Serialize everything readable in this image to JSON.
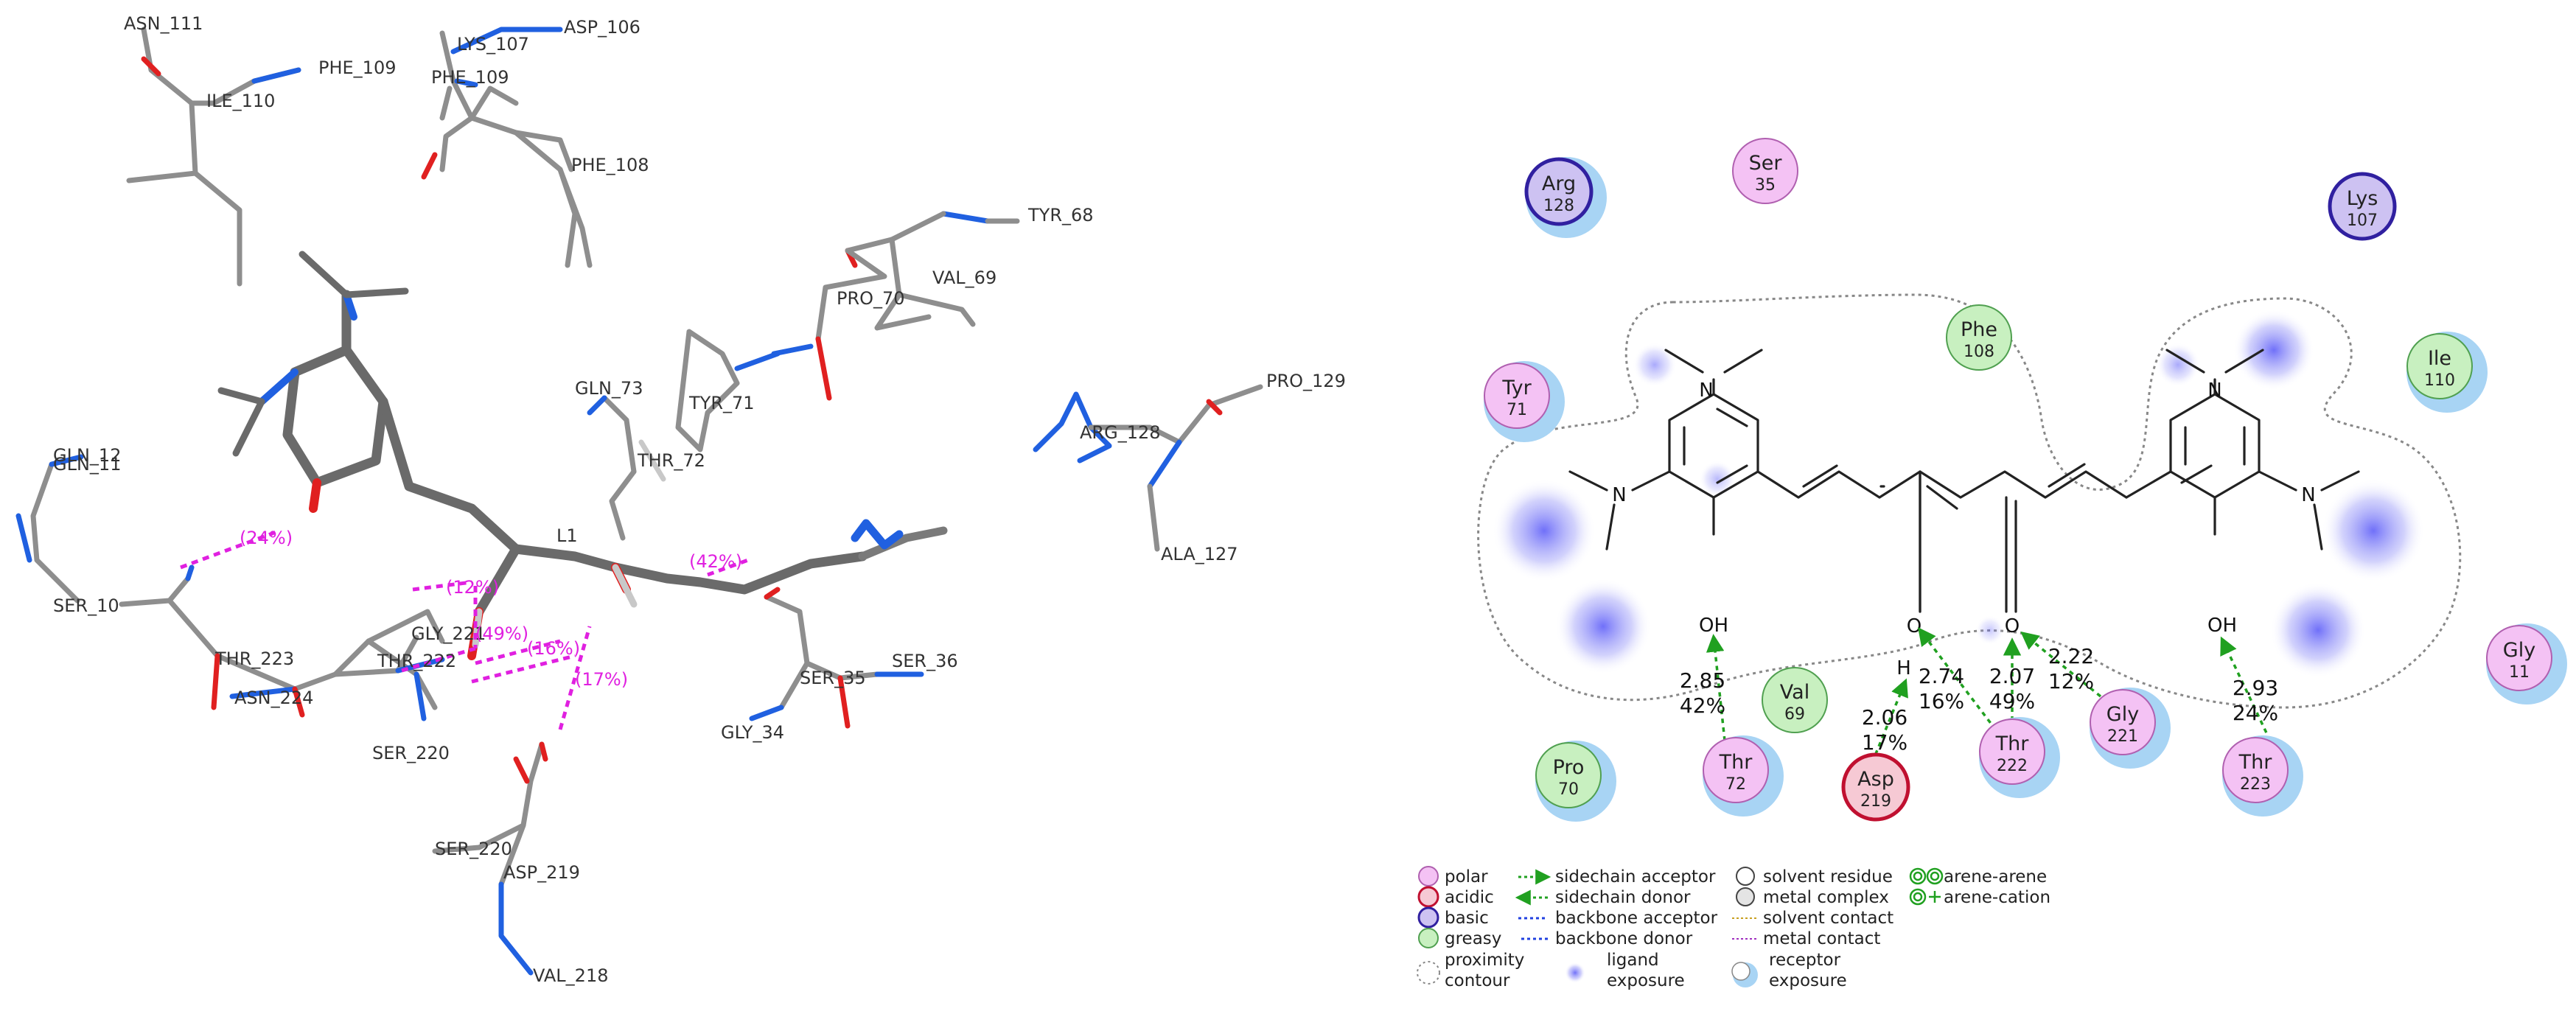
{
  "left_panel": {
    "residue_labels": [
      {
        "id": "asn111",
        "text": "ASN_111"
      },
      {
        "id": "ile110",
        "text": "ILE_110"
      },
      {
        "id": "phe109a",
        "text": "PHE_109"
      },
      {
        "id": "lys107",
        "text": "LYS_107"
      },
      {
        "id": "asp106",
        "text": "ASP_106"
      },
      {
        "id": "phe109b",
        "text": "PHE_109"
      },
      {
        "id": "phe108",
        "text": "PHE_108"
      },
      {
        "id": "tyr68",
        "text": "TYR_68"
      },
      {
        "id": "val69",
        "text": "VAL_69"
      },
      {
        "id": "pro70",
        "text": "PRO_70"
      },
      {
        "id": "gln73",
        "text": "GLN_73"
      },
      {
        "id": "tyr71",
        "text": "TYR_71"
      },
      {
        "id": "thr72",
        "text": "THR_72"
      },
      {
        "id": "arg128",
        "text": "ARG_128"
      },
      {
        "id": "pro129",
        "text": "PRO_129"
      },
      {
        "id": "ala127",
        "text": "ALA_127"
      },
      {
        "id": "gln12",
        "text": "GLN_12"
      },
      {
        "id": "gln11",
        "text": "GLN_11"
      },
      {
        "id": "ser10",
        "text": "SER_10"
      },
      {
        "id": "thr223",
        "text": "THR_223"
      },
      {
        "id": "asn224",
        "text": "ASN_224"
      },
      {
        "id": "thr222",
        "text": "THR_222"
      },
      {
        "id": "gly221",
        "text": "GLY_221"
      },
      {
        "id": "ser220a",
        "text": "SER_220"
      },
      {
        "id": "ser220b",
        "text": "SER_220"
      },
      {
        "id": "asp219",
        "text": "ASP_219"
      },
      {
        "id": "val218",
        "text": "VAL_218"
      },
      {
        "id": "ser35",
        "text": "SER_35"
      },
      {
        "id": "ser36",
        "text": "SER_36"
      },
      {
        "id": "gly34",
        "text": "GLY_34"
      },
      {
        "id": "l1",
        "text": "L1"
      }
    ],
    "interaction_percentages": [
      {
        "id": "p24",
        "text": "(24%)"
      },
      {
        "id": "p12",
        "text": "(12%)"
      },
      {
        "id": "p49",
        "text": "(49%)"
      },
      {
        "id": "p16",
        "text": "(16%)"
      },
      {
        "id": "p17",
        "text": "(17%)"
      },
      {
        "id": "p42",
        "text": "(42%)"
      }
    ]
  },
  "right_panel": {
    "residues": [
      {
        "id": "arg128",
        "name": "Arg",
        "number": "128",
        "type": "basic",
        "exposure": true
      },
      {
        "id": "ser35",
        "name": "Ser",
        "number": "35",
        "type": "polar",
        "exposure": false
      },
      {
        "id": "lys107",
        "name": "Lys",
        "number": "107",
        "type": "basic",
        "exposure": false
      },
      {
        "id": "phe108",
        "name": "Phe",
        "number": "108",
        "type": "greasy",
        "exposure": false
      },
      {
        "id": "tyr71",
        "name": "Tyr",
        "number": "71",
        "type": "polar",
        "exposure": true
      },
      {
        "id": "ile110",
        "name": "Ile",
        "number": "110",
        "type": "greasy",
        "exposure": true
      },
      {
        "id": "val69",
        "name": "Val",
        "number": "69",
        "type": "greasy",
        "exposure": false
      },
      {
        "id": "gly11",
        "name": "Gly",
        "number": "11",
        "type": "polar",
        "exposure": true
      },
      {
        "id": "pro70",
        "name": "Pro",
        "number": "70",
        "type": "greasy",
        "exposure": true
      },
      {
        "id": "thr72",
        "name": "Thr",
        "number": "72",
        "type": "polar",
        "exposure": true
      },
      {
        "id": "asp219",
        "name": "Asp",
        "number": "219",
        "type": "acidic",
        "exposure": false
      },
      {
        "id": "thr222",
        "name": "Thr",
        "number": "222",
        "type": "polar",
        "exposure": true
      },
      {
        "id": "gly221",
        "name": "Gly",
        "number": "221",
        "type": "polar",
        "exposure": true
      },
      {
        "id": "thr223",
        "name": "Thr",
        "number": "223",
        "type": "polar",
        "exposure": true
      }
    ],
    "atoms": {
      "n": "N",
      "oh": "OH",
      "o": "O",
      "h": "H"
    },
    "hbonds": [
      {
        "id": "thr72",
        "distance": "2.85",
        "percent": "42%"
      },
      {
        "id": "asp219",
        "distance": "2.06",
        "percent": "17%"
      },
      {
        "id": "thr222a",
        "distance": "2.74",
        "percent": "16%"
      },
      {
        "id": "thr222b",
        "distance": "2.07",
        "percent": "49%"
      },
      {
        "id": "gly221",
        "distance": "2.22",
        "percent": "12%"
      },
      {
        "id": "thr223",
        "distance": "2.93",
        "percent": "24%"
      }
    ],
    "legend": [
      {
        "id": "polar",
        "text": "polar"
      },
      {
        "id": "acidic",
        "text": "acidic"
      },
      {
        "id": "basic",
        "text": "basic"
      },
      {
        "id": "greasy",
        "text": "greasy"
      },
      {
        "id": "proximity1",
        "text": "proximity"
      },
      {
        "id": "proximity2",
        "text": "contour"
      },
      {
        "id": "sc_acceptor",
        "text": "sidechain acceptor"
      },
      {
        "id": "sc_donor",
        "text": "sidechain donor"
      },
      {
        "id": "bb_acceptor",
        "text": "backbone acceptor"
      },
      {
        "id": "bb_donor",
        "text": "backbone donor"
      },
      {
        "id": "lig_exp1",
        "text": "ligand"
      },
      {
        "id": "lig_exp2",
        "text": "exposure"
      },
      {
        "id": "solvent_residue",
        "text": "solvent residue"
      },
      {
        "id": "metal_complex",
        "text": "metal complex"
      },
      {
        "id": "solvent_contact",
        "text": "solvent contact"
      },
      {
        "id": "metal_contact",
        "text": "metal contact"
      },
      {
        "id": "rec_exp1",
        "text": "receptor"
      },
      {
        "id": "rec_exp2",
        "text": "exposure"
      },
      {
        "id": "arene_arene",
        "text": "arene-arene"
      },
      {
        "id": "arene_cation",
        "text": "arene-cation"
      }
    ],
    "colors": {
      "polar": "#f4c2f4",
      "polar_stroke": "#b060b0",
      "acidic": "#f6c9d4",
      "acidic_stroke": "#c01030",
      "basic": "#cdc2f2",
      "basic_stroke": "#3020a0",
      "greasy": "#c8f0c0",
      "greasy_stroke": "#50a050",
      "exposure": "#a8d4f4",
      "ligand_exposure": "#7a7af8",
      "hbond": "#20a020",
      "pct_magenta": "#e020e0"
    }
  }
}
